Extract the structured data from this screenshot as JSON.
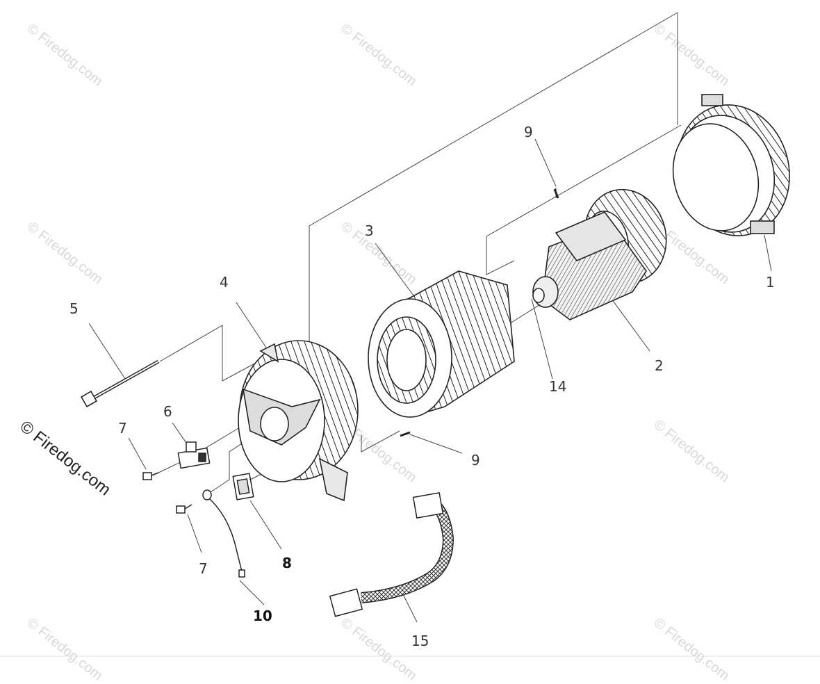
{
  "watermark": "© Firedog.com",
  "callouts": {
    "c1": "1",
    "c2": "2",
    "c3": "3",
    "c4": "4",
    "c5": "5",
    "c6": "6",
    "c7a": "7",
    "c7b": "7",
    "c8": "8",
    "c9a": "9",
    "c9b": "9",
    "c10": "10",
    "c14": "14",
    "c15": "15"
  }
}
